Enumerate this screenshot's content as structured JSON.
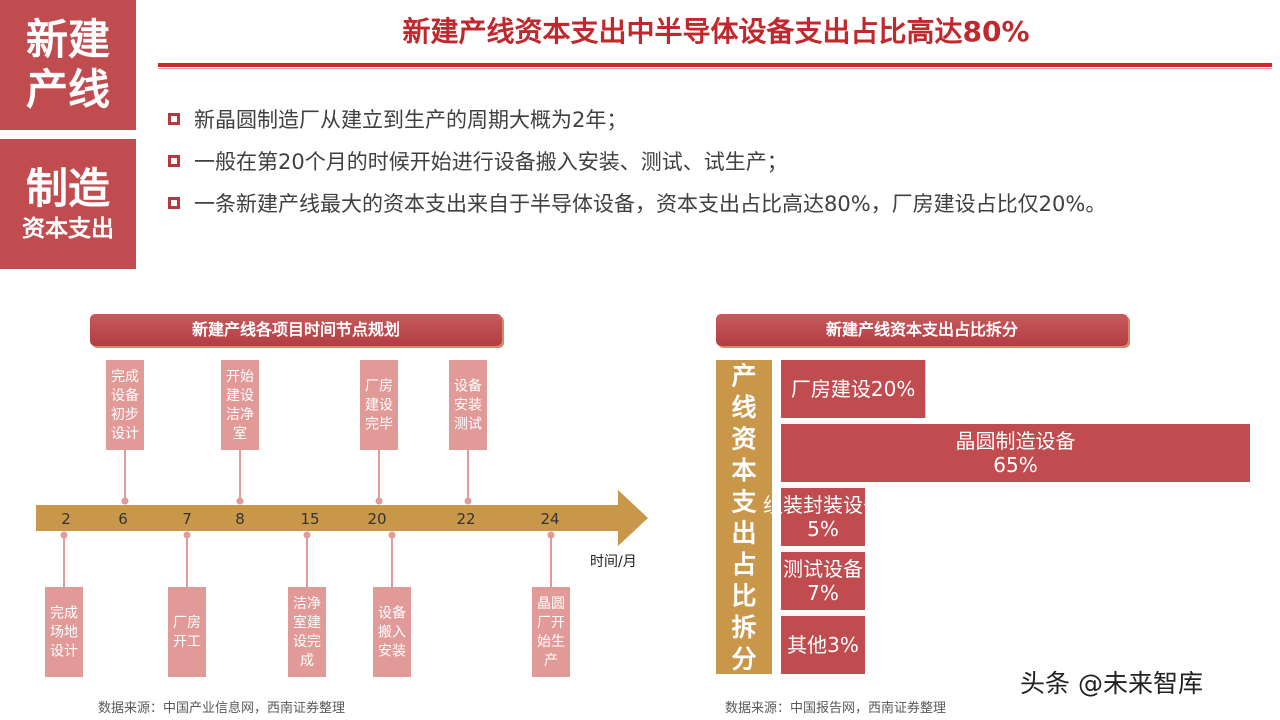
{
  "sidebar": {
    "box1": [
      "新建",
      "产线"
    ],
    "box2_big": "制造",
    "box2_small": "资本支出"
  },
  "title": "新建产线资本支出中半导体设备支出占比高达80%",
  "bullets": [
    "新晶圆制造厂从建立到生产的周期大概为2年；",
    "一般在第20个月的时候开始进行设备搬入安装、测试、试生产；",
    "一条新建产线最大的资本支出来自于半导体设备，资本支出占比高达80%，厂房建设占比仅20%。"
  ],
  "colors": {
    "brand_red": "#c14c50",
    "title_red": "#c0282d",
    "arrow_gold": "#c9974a",
    "timeline_box": "#e29a98",
    "bar_red": "#c14c50"
  },
  "left_panel": {
    "title": "新建产线各项目时间节点规划",
    "source": "数据来源：中国产业信息网，西南证券整理"
  },
  "right_panel": {
    "title": "新建产线资本支出占比拆分",
    "source": "数据来源：中国报告网，西南证券整理"
  },
  "watermark": "头条 @未来智库",
  "chart_data": [
    {
      "type": "timeline",
      "title": "新建产线各项目时间节点规划",
      "xlabel": "时间/月",
      "ticks": [
        2,
        6,
        7,
        8,
        15,
        20,
        22,
        24
      ],
      "milestones": [
        {
          "month": 6,
          "position": "above",
          "label": "完成设备初步设计",
          "lines": [
            "完成",
            "设备",
            "初步",
            "设计"
          ]
        },
        {
          "month": 8,
          "position": "above",
          "label": "开始建设洁净室",
          "lines": [
            "开始",
            "建设",
            "洁净",
            "室"
          ]
        },
        {
          "month": 20,
          "position": "above",
          "label": "厂房建设完毕",
          "lines": [
            "厂房",
            "建设",
            "完毕"
          ]
        },
        {
          "month": 22,
          "position": "above",
          "label": "设备安装测试",
          "lines": [
            "设备",
            "安装",
            "测试"
          ]
        },
        {
          "month": 2,
          "position": "below",
          "label": "完成场地设计",
          "lines": [
            "完成",
            "场地",
            "设计"
          ]
        },
        {
          "month": 7,
          "position": "below",
          "label": "厂房开工",
          "lines": [
            "厂房",
            "开工"
          ]
        },
        {
          "month": 15,
          "position": "below",
          "label": "洁净室建设完成",
          "lines": [
            "洁净",
            "室建",
            "设完",
            "成"
          ]
        },
        {
          "month": 20,
          "position": "below",
          "label": "设备搬入安装",
          "lines": [
            "设备",
            "搬入",
            "安装"
          ]
        },
        {
          "month": 24,
          "position": "below",
          "label": "晶圆厂开始生产",
          "lines": [
            "晶圆",
            "厂开",
            "始生",
            "产"
          ]
        }
      ]
    },
    {
      "type": "bar",
      "orientation": "horizontal",
      "title": "新建产线资本支出占比拆分",
      "ylabel": "产线资本支出占比拆分",
      "unit": "%",
      "categories": [
        "厂房建设",
        "晶圆制造设备",
        "组装封装设备",
        "测试设备",
        "其他"
      ],
      "values": [
        20,
        65,
        5,
        7,
        3
      ],
      "labels": [
        [
          "厂房建设20%"
        ],
        [
          "晶圆制造设备",
          "65%"
        ],
        [
          "组装封装设备",
          "5%"
        ],
        [
          "测试设备",
          "7%"
        ],
        [
          "其他3%"
        ]
      ]
    }
  ]
}
